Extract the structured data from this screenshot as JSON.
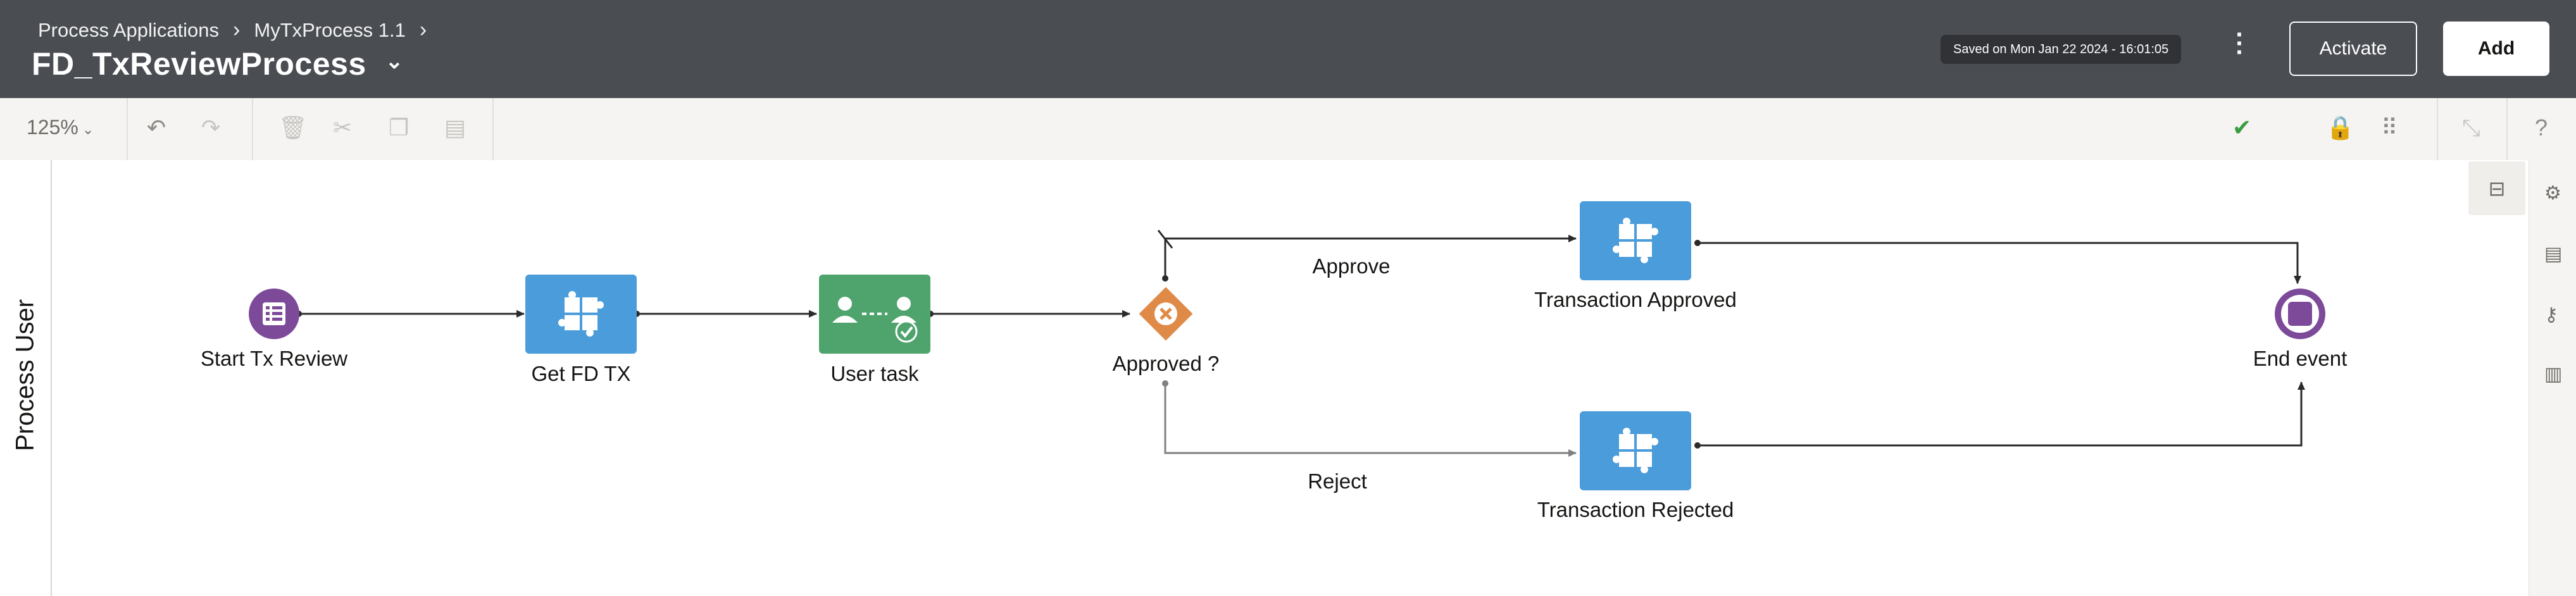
{
  "header": {
    "breadcrumb": [
      "Process Applications",
      "MyTxProcess 1.1"
    ],
    "title": "FD_TxReviewProcess",
    "saved_badge": "Saved on Mon Jan 22 2024 - 16:01:05",
    "activate_label": "Activate",
    "add_label": "Add"
  },
  "toolbar": {
    "zoom": "125%",
    "icons": [
      "undo-icon",
      "redo-icon",
      "delete-icon",
      "cut-icon",
      "copy-icon",
      "paste-icon",
      "validation-ok-icon",
      "lock-icon",
      "grid-icon",
      "collapse-icon",
      "help-icon"
    ]
  },
  "canvas": {
    "lane_label": "Process User",
    "nodes": {
      "start": "Start Tx Review",
      "get_fd_tx": "Get FD TX",
      "user_task": "User task",
      "gateway": "Approved ?",
      "approved": "Transaction Approved",
      "rejected": "Transaction Rejected",
      "end": "End event"
    },
    "flows": {
      "approve": "Approve",
      "reject": "Reject"
    }
  },
  "colors": {
    "header_bg": "#4a4d52",
    "event_purple": "#7d4a9a",
    "service_blue": "#4a9cdb",
    "user_task_green": "#4fa46e",
    "gateway_orange": "#e08a48",
    "valid_green": "#3a9c3f"
  }
}
